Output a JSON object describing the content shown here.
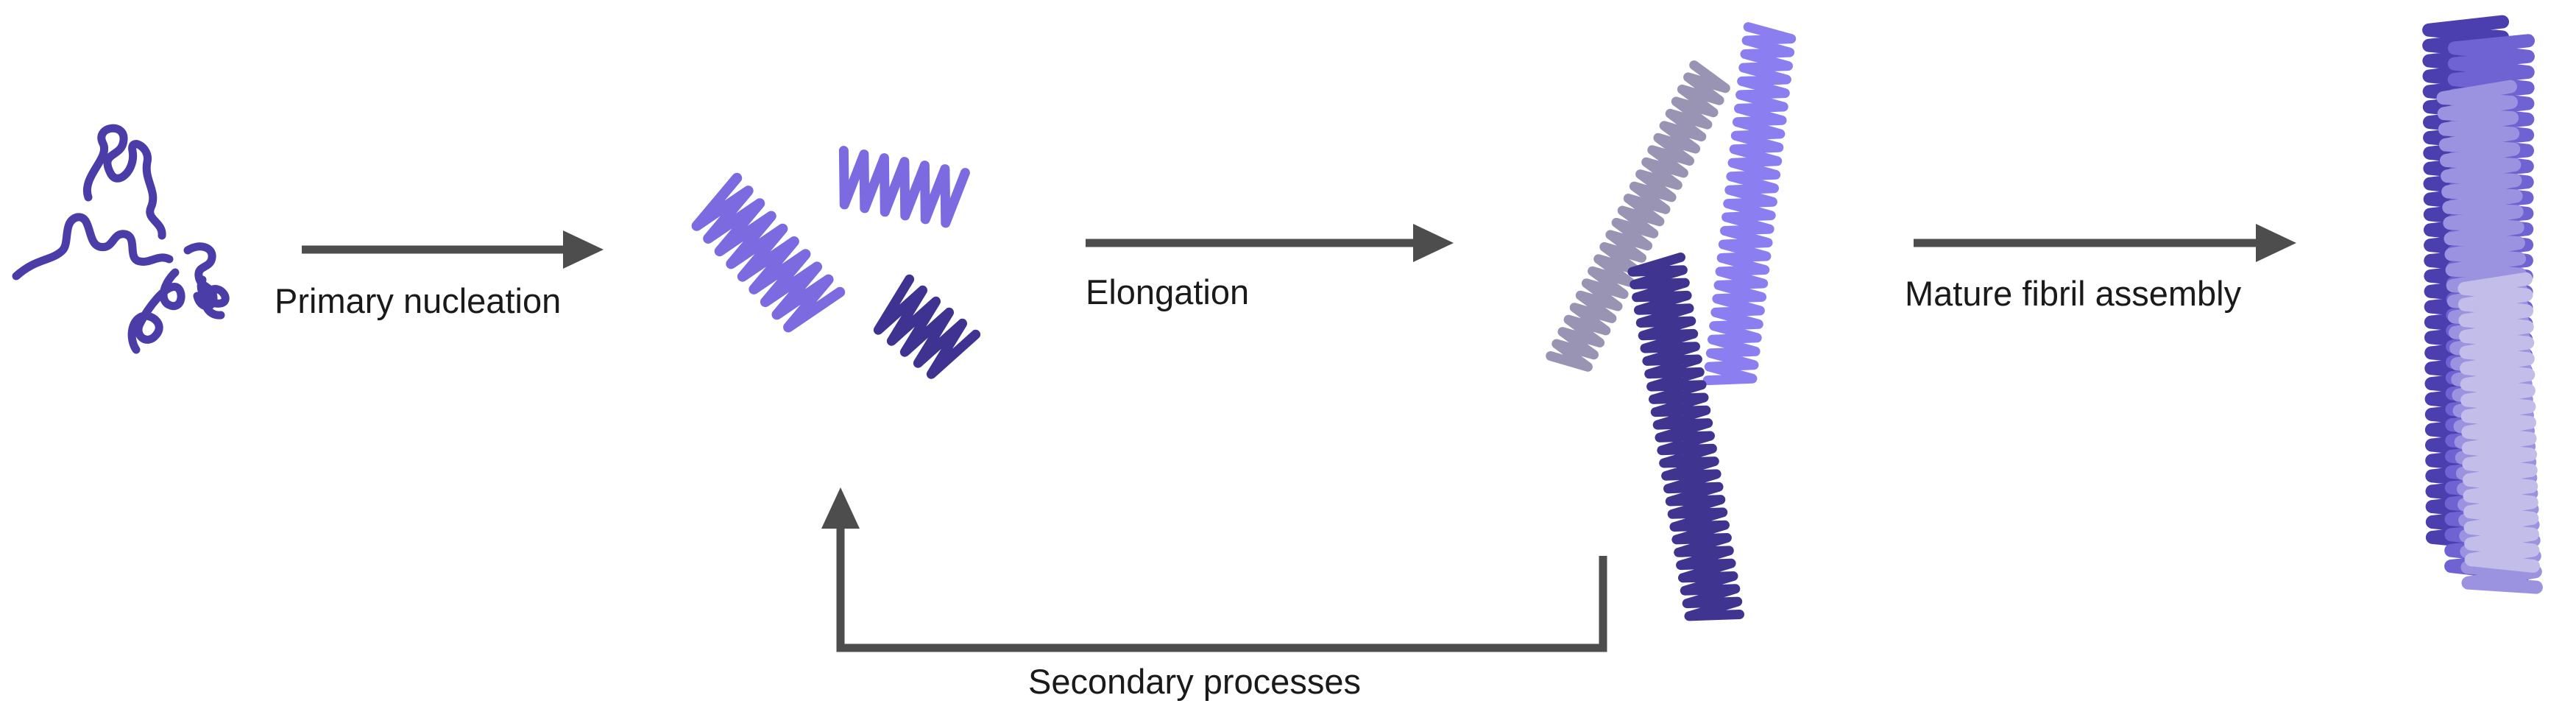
{
  "labels": {
    "primary_nucleation": "Primary nucleation",
    "elongation": "Elongation",
    "mature_fibril_assembly": "Mature fibril assembly",
    "secondary_processes": "Secondary processes"
  },
  "colors": {
    "arrow": "#4d4d4d",
    "text": "#1a1a1a",
    "monomer": "#4a3da8",
    "nucleus_light": "#7b6ae0",
    "nucleus_dark": "#3e3390",
    "fibril_gray": "#9a94b4",
    "fibril_light": "#8a7ef0",
    "fibril_dark": "#3f3590",
    "mature_1": "#4b3fb0",
    "mature_2": "#6f62d2",
    "mature_3": "#9b92e0",
    "mature_4": "#c3bdea"
  }
}
